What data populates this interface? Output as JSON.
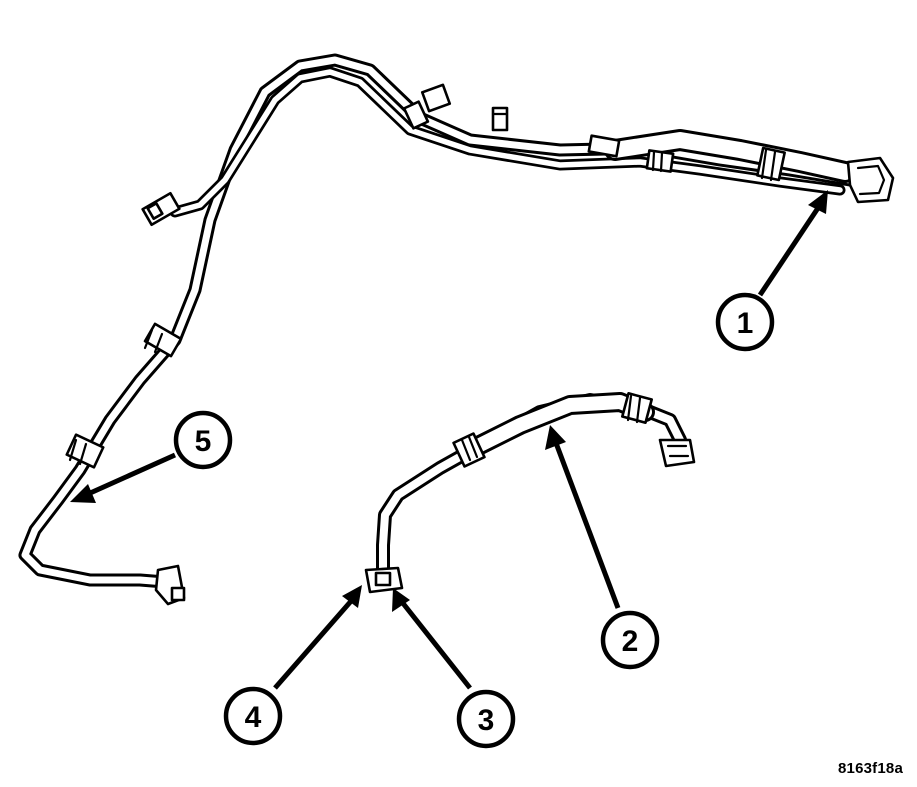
{
  "figure_id": "8163f18a",
  "callouts": [
    {
      "label": "1"
    },
    {
      "label": "2"
    },
    {
      "label": "3"
    },
    {
      "label": "4"
    },
    {
      "label": "5"
    }
  ]
}
